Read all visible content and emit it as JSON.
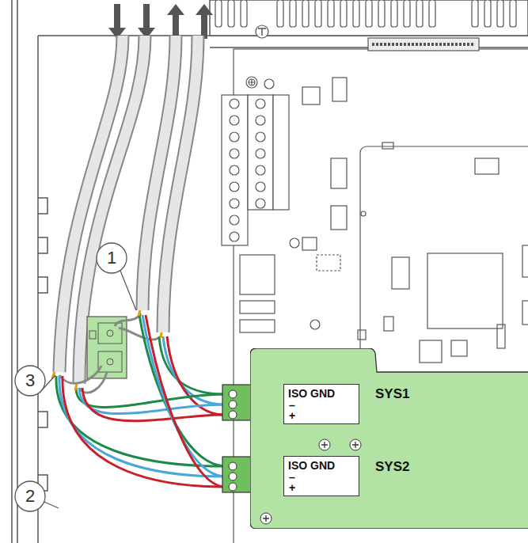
{
  "diagram": {
    "nodes": [
      {
        "text": [
          "SYS1",
          "SYS2"
        ]
      },
      {
        "text": [
          "ISO GND",
          "–",
          "+"
        ],
        "in": 0
      },
      {
        "text": [
          "ISO GND",
          "–",
          "+"
        ],
        "in": 0
      }
    ],
    "labels": [
      "1",
      "3",
      "2"
    ]
  }
}
